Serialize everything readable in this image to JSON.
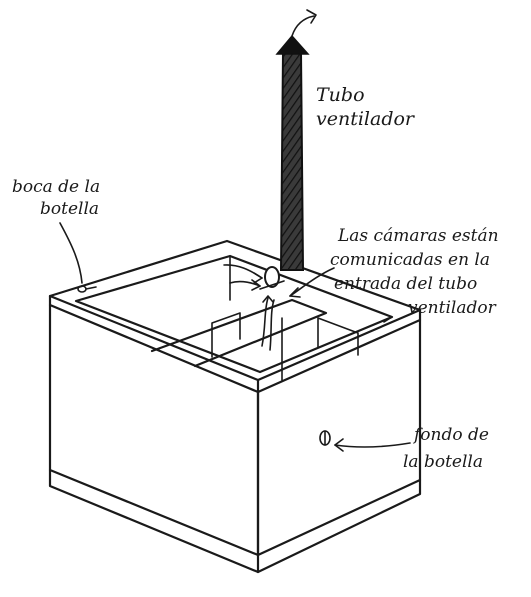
{
  "labels": {
    "tube_line1": "Tubo",
    "tube_line2": "ventilador",
    "mouth_line1": "boca de la",
    "mouth_line2": "botella",
    "chambers_line1": "Las cámaras están",
    "chambers_line2": "comunicadas en la",
    "chambers_line3": "entrada del tubo",
    "chambers_line4": "ventilador",
    "bottom_line1": "fondo de",
    "bottom_line2": "la botella"
  }
}
